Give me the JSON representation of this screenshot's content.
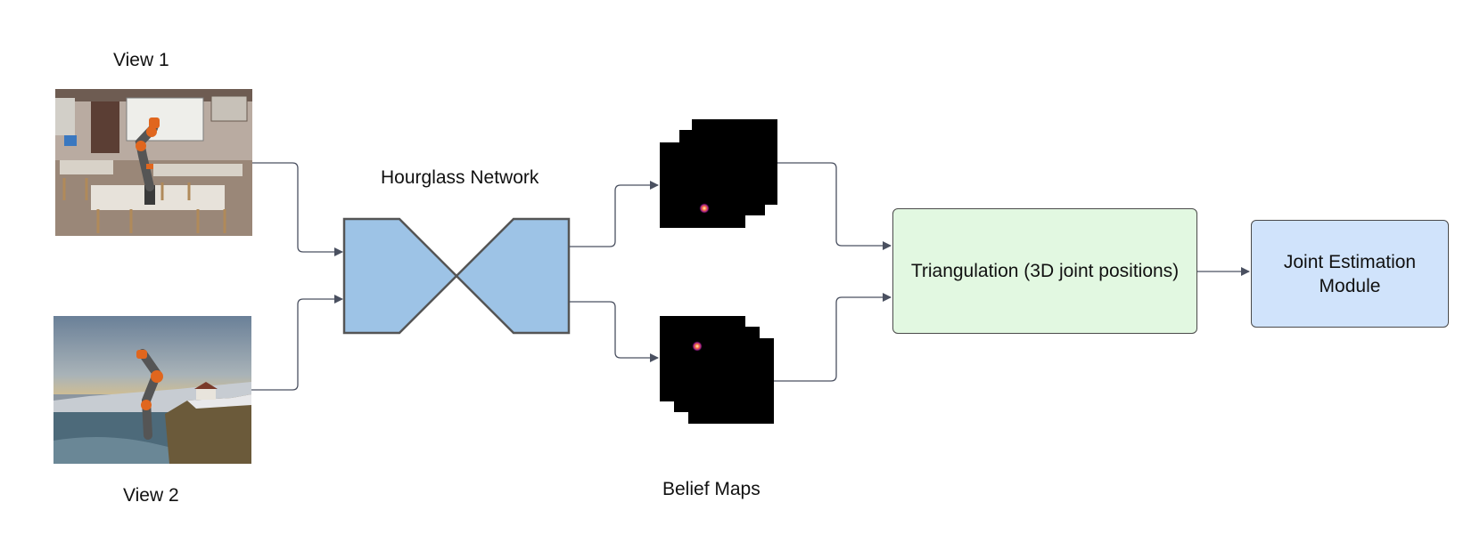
{
  "labels": {
    "view1": "View 1",
    "view2": "View 2",
    "hourglass": "Hourglass Network",
    "belief_maps": "Belief Maps"
  },
  "nodes": {
    "triangulation": "Triangulation (3D joint positions)",
    "joint_estimation": "Joint Estimation Module"
  },
  "colors": {
    "hourglass_fill": "#9dc3e6",
    "triangulation_fill": "#e2f8e1",
    "joint_estimation_fill": "#d0e3fb",
    "belief_map_bg": "#000000",
    "heat_peak": "#ff7a3c",
    "robot_orange": "#e0661e",
    "robot_gray": "#4a4a4a",
    "connector": "#4a5060"
  },
  "images": {
    "view1_icon": "classroom-with-robot-arm",
    "view2_icon": "coastal-cliff-with-robot-arm"
  }
}
